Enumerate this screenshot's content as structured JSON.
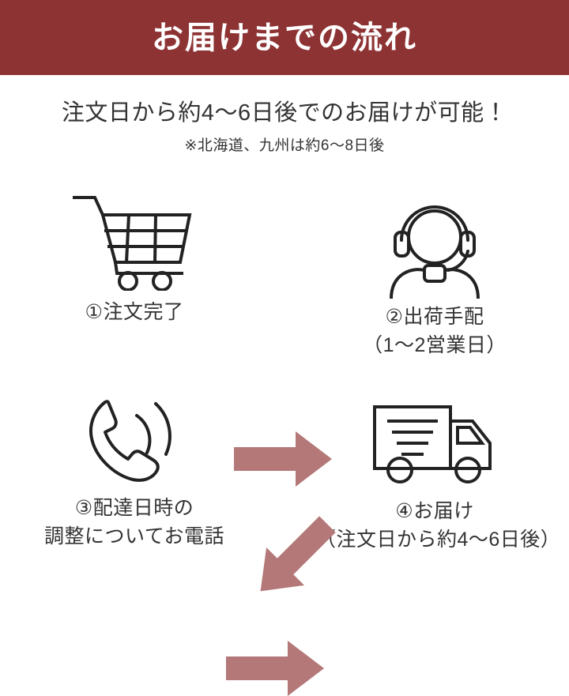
{
  "header": {
    "title": "お届けまでの流れ",
    "band_color": "#8E3334",
    "text_color": "#FFFFFF"
  },
  "lead": {
    "main": "注文日から約4〜6日後でのお届けが可能！",
    "note": "※北海道、九州は約6〜8日後"
  },
  "theme": {
    "background": "#FFFFFF",
    "body_text": "#333333",
    "arrow_color": "#B47878",
    "icon_stroke": "#222222"
  },
  "steps": [
    {
      "icon": "shopping-cart-icon",
      "lines": [
        "①注文完了"
      ]
    },
    {
      "icon": "headset-operator-icon",
      "lines": [
        "②出荷手配",
        "（1〜2営業日）"
      ]
    },
    {
      "icon": "telephone-icon",
      "lines": [
        "③配達日時の",
        "調整についてお電話"
      ]
    },
    {
      "icon": "delivery-truck-icon",
      "lines": [
        "④お届け",
        "（注文日から約4〜6日後）"
      ]
    }
  ],
  "arrows": [
    {
      "name": "arrow-step1-to-step2",
      "direction": "right"
    },
    {
      "name": "arrow-step2-to-step3",
      "direction": "down-left"
    },
    {
      "name": "arrow-step3-to-step4",
      "direction": "right"
    }
  ]
}
